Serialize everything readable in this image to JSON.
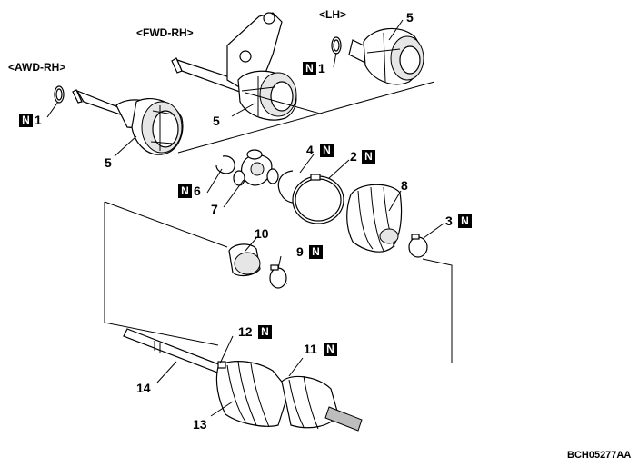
{
  "variants": {
    "awd_rh": "<AWD-RH>",
    "fwd_rh": "<FWD-RH>",
    "lh": "<LH>"
  },
  "callouts": [
    {
      "key": "n1_awd",
      "number": "1",
      "new_part": true
    },
    {
      "key": "n1_lh",
      "number": "1",
      "new_part": true
    },
    {
      "key": "p5_lh",
      "number": "5",
      "new_part": false
    },
    {
      "key": "p5_fwd",
      "number": "5",
      "new_part": false
    },
    {
      "key": "p5_awd",
      "number": "5",
      "new_part": false
    },
    {
      "key": "p4",
      "number": "4",
      "new_part": true
    },
    {
      "key": "p2",
      "number": "2",
      "new_part": true
    },
    {
      "key": "p6",
      "number": "6",
      "new_part": true
    },
    {
      "key": "p7",
      "number": "7",
      "new_part": false
    },
    {
      "key": "p8",
      "number": "8",
      "new_part": false
    },
    {
      "key": "p3",
      "number": "3",
      "new_part": true
    },
    {
      "key": "p10",
      "number": "10",
      "new_part": false
    },
    {
      "key": "p9",
      "number": "9",
      "new_part": true
    },
    {
      "key": "p12",
      "number": "12",
      "new_part": true
    },
    {
      "key": "p11",
      "number": "11",
      "new_part": true
    },
    {
      "key": "p14",
      "number": "14",
      "new_part": false
    },
    {
      "key": "p13",
      "number": "13",
      "new_part": false
    }
  ],
  "new_part_marker": "N",
  "figure_code": "BCH05277AA"
}
